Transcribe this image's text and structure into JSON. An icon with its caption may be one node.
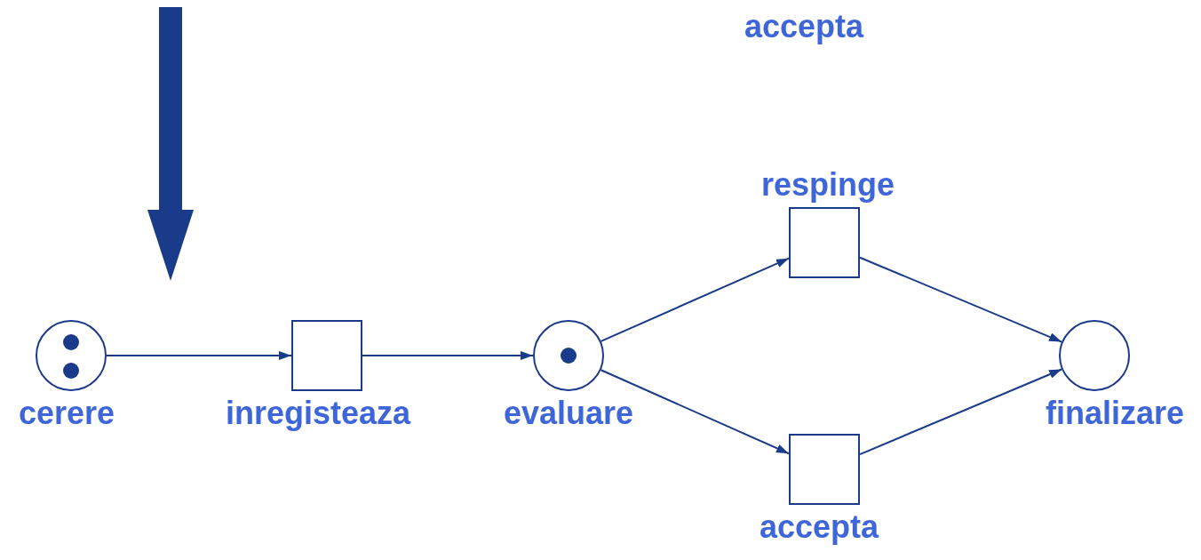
{
  "diagram": {
    "nodes": [
      {
        "text": [
          "cerere"
        ]
      },
      {
        "text": [
          "inregisteaza"
        ]
      },
      {
        "text": [
          "evaluare"
        ]
      },
      {
        "text": [
          "respinge"
        ]
      },
      {
        "text": [
          "accepta"
        ]
      },
      {
        "text": [
          "finalizare"
        ]
      }
    ],
    "edges": [
      {
        "from": 0,
        "to": 1,
        "arrow": "to"
      },
      {
        "from": 1,
        "to": 2,
        "arrow": "to"
      },
      {
        "from": 2,
        "to": 3,
        "arrow": "to"
      },
      {
        "from": 2,
        "to": 4,
        "arrow": "to"
      },
      {
        "from": 3,
        "to": 5,
        "arrow": "to"
      },
      {
        "from": 4,
        "to": 5,
        "arrow": "to"
      }
    ],
    "labels": [
      "accepta"
    ]
  }
}
